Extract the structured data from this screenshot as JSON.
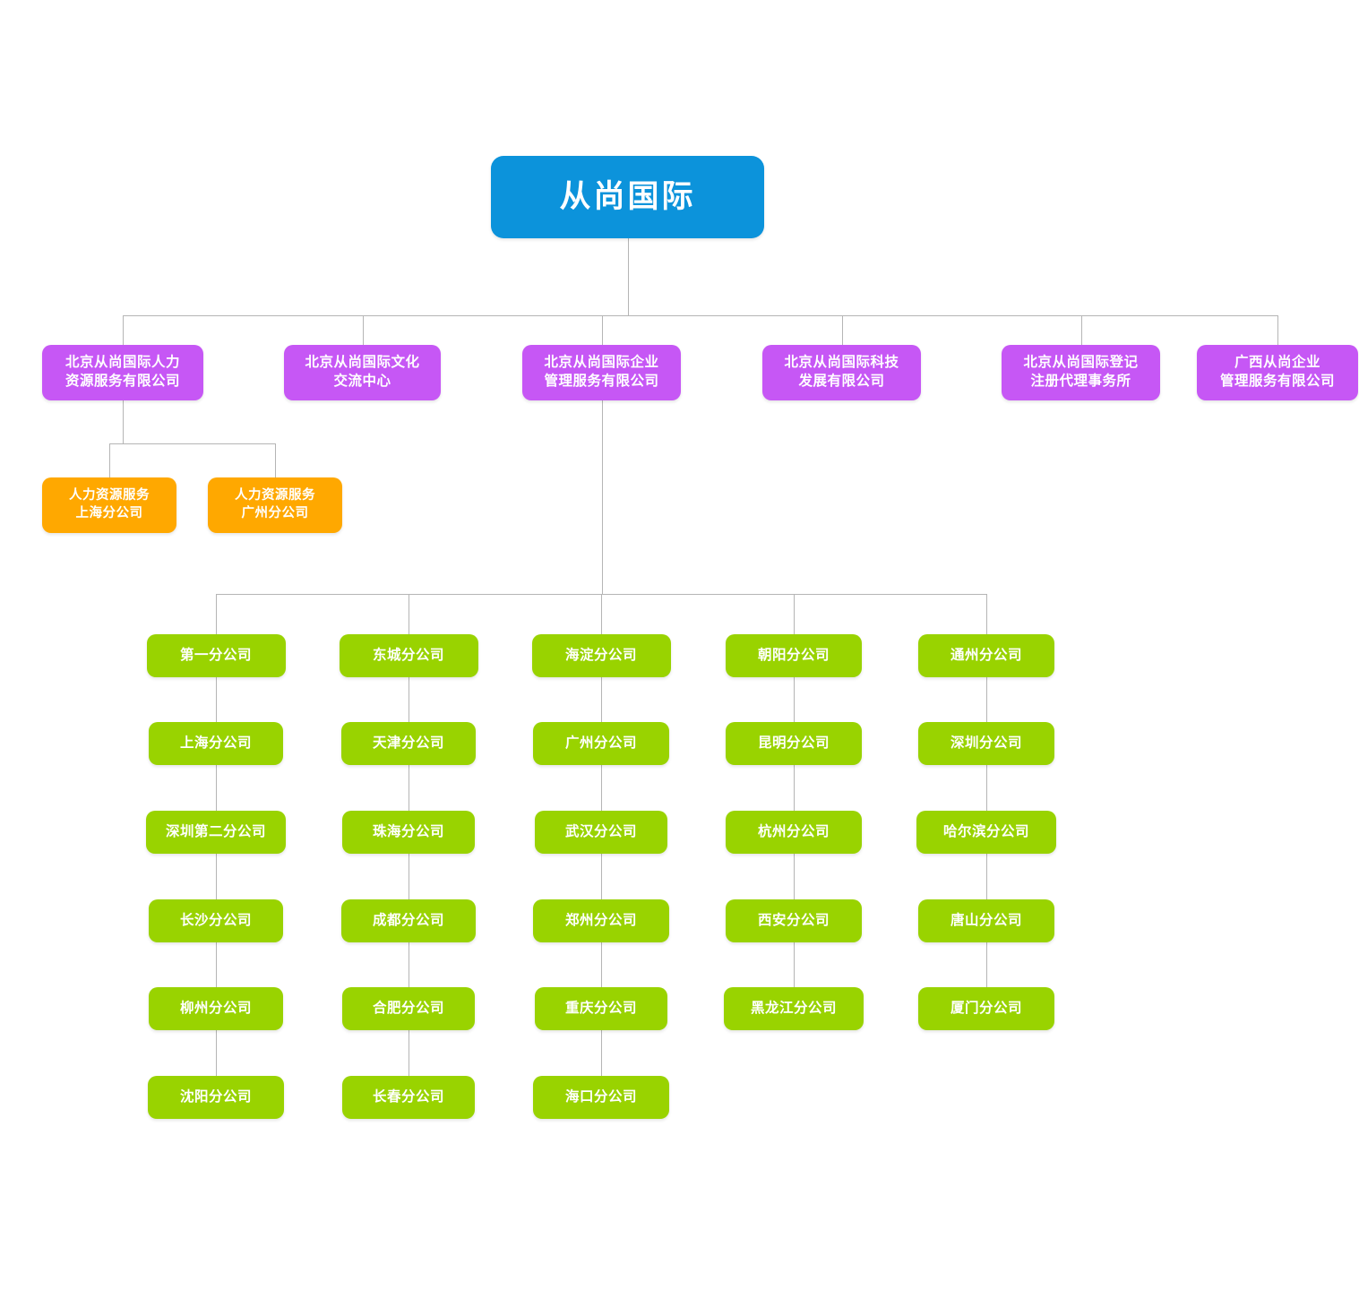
{
  "colors": {
    "root": "#0c93db",
    "level2": "#c657f5",
    "hr_branch": "#ffa800",
    "branch": "#99d300",
    "connector": "#b5b5b5",
    "background": "#ffffff",
    "text": "#ffffff"
  },
  "root": {
    "label": "从尚国际"
  },
  "level2": [
    {
      "label": "北京从尚国际人力\n资源服务有限公司",
      "name": "beijing-hr-services"
    },
    {
      "label": "北京从尚国际文化\n交流中心",
      "name": "beijing-culture-center"
    },
    {
      "label": "北京从尚国际企业\n管理服务有限公司",
      "name": "beijing-enterprise-management"
    },
    {
      "label": "北京从尚国际科技\n发展有限公司",
      "name": "beijing-technology-development"
    },
    {
      "label": "北京从尚国际登记\n注册代理事务所",
      "name": "beijing-registration-agency"
    },
    {
      "label": "广西从尚企业\n管理服务有限公司",
      "name": "guangxi-enterprise-management"
    }
  ],
  "hr_branches": [
    {
      "label": "人力资源服务\n上海分公司",
      "name": "hr-shanghai"
    },
    {
      "label": "人力资源服务\n广州分公司",
      "name": "hr-guangzhou"
    }
  ],
  "branch_columns": [
    {
      "items": [
        {
          "label": "第一分公司"
        },
        {
          "label": "上海分公司"
        },
        {
          "label": "深圳第二分公司"
        },
        {
          "label": "长沙分公司"
        },
        {
          "label": "柳州分公司"
        },
        {
          "label": "沈阳分公司"
        }
      ]
    },
    {
      "items": [
        {
          "label": "东城分公司"
        },
        {
          "label": "天津分公司"
        },
        {
          "label": "珠海分公司"
        },
        {
          "label": "成都分公司"
        },
        {
          "label": "合肥分公司"
        },
        {
          "label": "长春分公司"
        }
      ]
    },
    {
      "items": [
        {
          "label": "海淀分公司"
        },
        {
          "label": "广州分公司"
        },
        {
          "label": "武汉分公司"
        },
        {
          "label": "郑州分公司"
        },
        {
          "label": "重庆分公司"
        },
        {
          "label": "海口分公司"
        }
      ]
    },
    {
      "items": [
        {
          "label": "朝阳分公司"
        },
        {
          "label": "昆明分公司"
        },
        {
          "label": "杭州分公司"
        },
        {
          "label": "西安分公司"
        },
        {
          "label": "黑龙江分公司"
        }
      ]
    },
    {
      "items": [
        {
          "label": "通州分公司"
        },
        {
          "label": "深圳分公司"
        },
        {
          "label": "哈尔滨分公司"
        },
        {
          "label": "唐山分公司"
        },
        {
          "label": "厦门分公司"
        }
      ]
    }
  ]
}
